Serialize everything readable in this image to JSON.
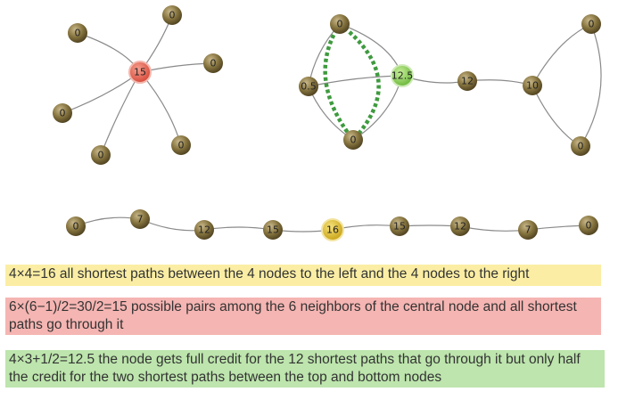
{
  "colors": {
    "node": "#7a6a3c",
    "center_red": "#e06050",
    "center_green": "#7fc64f",
    "center_yellow": "#d8b828",
    "dash": "#3f9a3f",
    "cap_yellow": "#fbeea4",
    "cap_red": "#f5b5b2",
    "cap_green": "#bde5ad"
  },
  "diagrams": {
    "star": {
      "center": "15",
      "leaves": [
        "0",
        "0",
        "0",
        "0",
        "0",
        "0"
      ]
    },
    "network": {
      "top": "0",
      "left": "0.5",
      "bottom": "0",
      "center": "12.5",
      "bridge": "12",
      "hub": "10",
      "right_top": "0",
      "right_bottom": "0"
    },
    "chain": [
      "0",
      "7",
      "12",
      "15",
      "16",
      "15",
      "12",
      "7",
      "0"
    ]
  },
  "captions": {
    "yellow": "4×4=16 all shortest paths between the 4 nodes to the left and the 4 nodes to the right",
    "red": "6×(6−1)/2=30/2=15  possible pairs among the 6 neighbors of the central node and all shortest paths go through it",
    "green": "4×3+1/2=12.5  the node gets full credit for the 12 shortest paths that go through it but only half the credit for the two shortest paths between the top and bottom nodes"
  }
}
